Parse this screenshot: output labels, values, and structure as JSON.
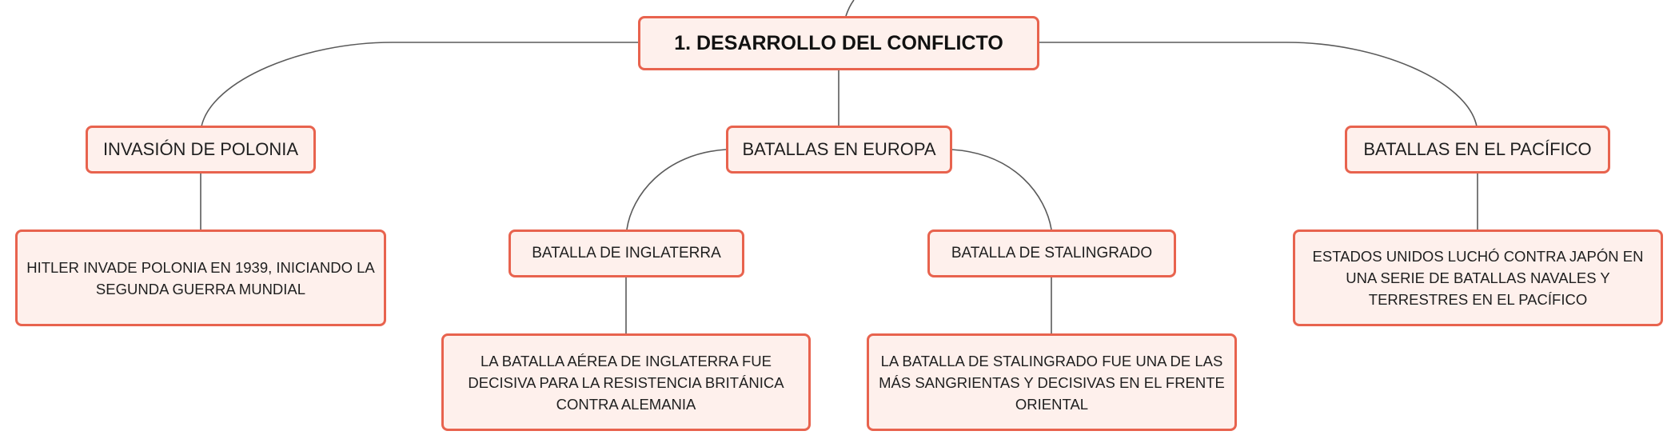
{
  "colors": {
    "node_border": "#e8634e",
    "node_fill": "#fef0ec",
    "connector": "#5a5a5a"
  },
  "nodes": {
    "root": {
      "label": "1. DESARROLLO DEL CONFLICTO"
    },
    "invasion": {
      "label": "INVASIÓN DE POLONIA"
    },
    "invasion_detail": {
      "label": "HITLER INVADE POLONIA EN 1939, INICIANDO LA SEGUNDA GUERRA MUNDIAL"
    },
    "europa": {
      "label": "BATALLAS EN EUROPA"
    },
    "inglaterra": {
      "label": "BATALLA DE INGLATERRA"
    },
    "inglaterra_detail": {
      "label": "LA BATALLA AÉREA DE INGLATERRA FUE DECISIVA PARA LA RESISTENCIA BRITÁNICA CONTRA ALEMANIA"
    },
    "stalingrado": {
      "label": "BATALLA DE STALINGRADO"
    },
    "stalingrado_detail": {
      "label": "LA BATALLA DE STALINGRADO FUE UNA DE LAS MÁS SANGRIENTAS Y DECISIVAS EN EL FRENTE ORIENTAL"
    },
    "pacifico": {
      "label": "BATALLAS EN EL PACÍFICO"
    },
    "pacifico_detail": {
      "label": "ESTADOS UNIDOS LUCHÓ CONTRA JAPÓN EN UNA SERIE DE BATALLAS NAVALES Y TERRESTRES EN EL PACÍFICO"
    }
  }
}
